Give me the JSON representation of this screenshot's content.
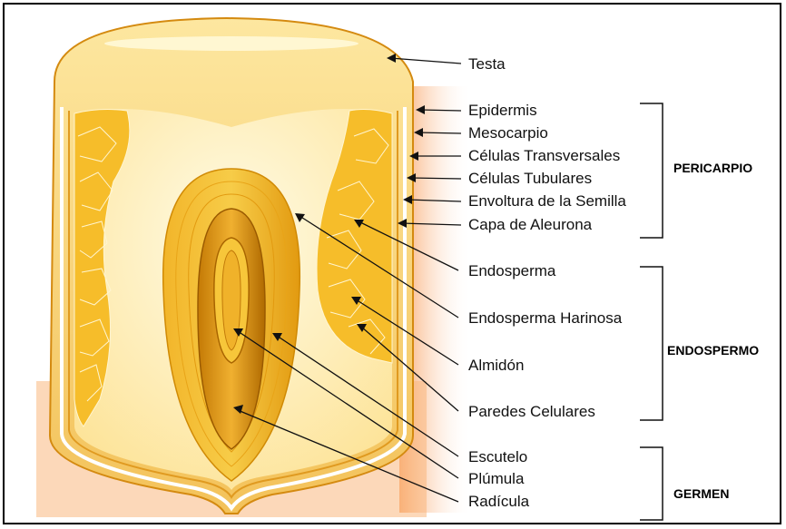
{
  "labels": {
    "testa": "Testa",
    "epidermis": "Epidermis",
    "mesocarpio": "Mesocarpio",
    "celulas_transversales": "Células Transversales",
    "celulas_tubulares": "Células Tubulares",
    "envoltura": "Envoltura de la Semilla",
    "aleurona": "Capa de Aleurona",
    "endosperma": "Endosperma",
    "endosperma_harinosa": "Endosperma Harinosa",
    "almidon": "Almidón",
    "paredes": "Paredes Celulares",
    "escutelo": "Escutelo",
    "plumula": "Plúmula",
    "radicula": "Radícula"
  },
  "groups": {
    "pericarpio": "PERICARPIO",
    "endospermo": "ENDOSPERMO",
    "germen": "GERMEN"
  },
  "colors": {
    "outer_shell": "#f0c050",
    "inner_fill": "#fff3c0",
    "endosperm_cells": "#f5b820",
    "germ_outer": "#f0a810",
    "germ_inner": "#c88000",
    "shadow": "#f7a050"
  }
}
